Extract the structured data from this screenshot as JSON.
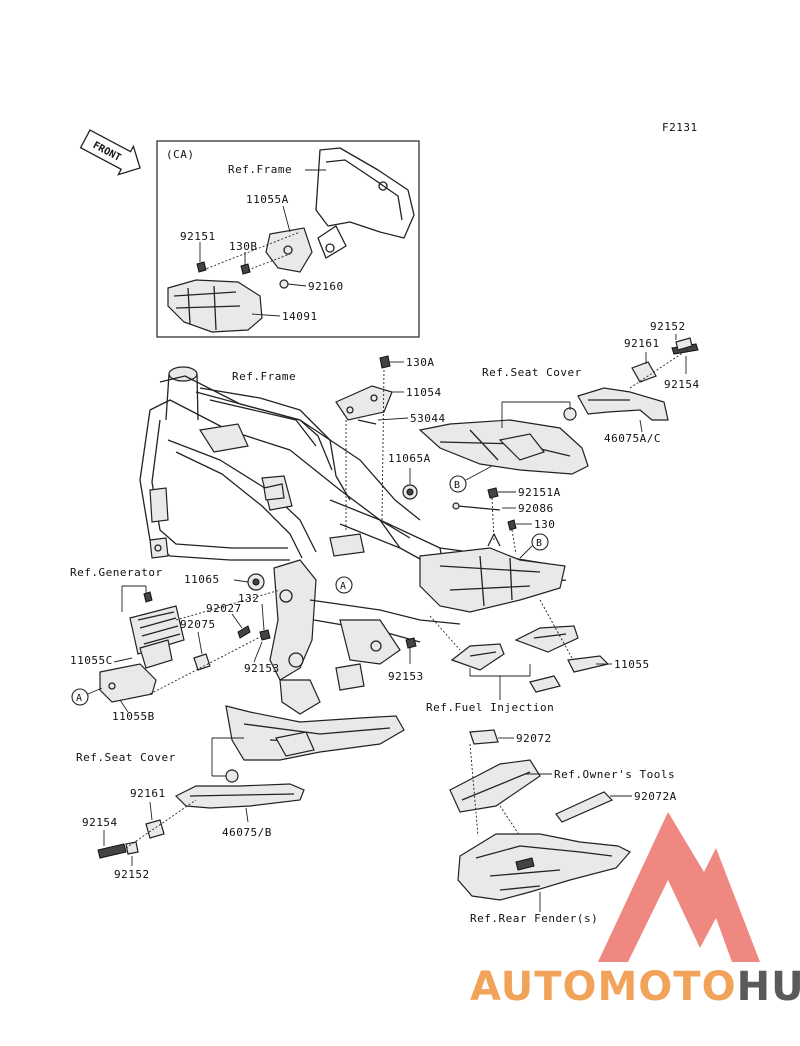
{
  "figure_code": "F2131",
  "front_arrow": "FRONT",
  "inset": {
    "tag": "(CA)"
  },
  "labels": {
    "inset_ref_frame": "Ref.Frame",
    "inset_11055A": "11055A",
    "inset_92151": "92151",
    "inset_130B": "130B",
    "inset_92160": "92160",
    "inset_14091": "14091",
    "ref_frame": "Ref.Frame",
    "p130A": "130A",
    "p11054": "11054",
    "p53044": "53044",
    "p11065A": "11065A",
    "ref_seat_cover_top": "Ref.Seat Cover",
    "p92152_top": "92152",
    "p92161_top": "92161",
    "p92154_top": "92154",
    "p46075AC": "46075A/C",
    "p92151A": "92151A",
    "p92086": "92086",
    "p130": "130",
    "ref_generator": "Ref.Generator",
    "p11065": "11065",
    "p132": "132",
    "p92027": "92027",
    "p92075": "92075",
    "p11055C": "11055C",
    "p92153_left": "92153",
    "p92153_mid": "92153",
    "p11055B": "11055B",
    "p11055": "11055",
    "ref_fuel_injection": "Ref.Fuel Injection",
    "ref_seat_cover_bottom": "Ref.Seat Cover",
    "p92161_bottom": "92161",
    "p46075B": "46075/B",
    "p92154_bottom": "92154",
    "p92152_bottom": "92152",
    "p92072": "92072",
    "ref_owners_tools": "Ref.Owner's Tools",
    "p92072A": "92072A",
    "ref_rear_fender": "Ref.Rear Fender(s)"
  },
  "markers": {
    "A": "A",
    "B": "B"
  },
  "watermark": {
    "part1": "AUTOMOTO",
    "part2": "HUB",
    "color1": "#f2a35a",
    "color2": "#5a5a5a",
    "triangle_color": "#e85a4f"
  },
  "colors": {
    "ink": "#222222",
    "paper": "#ffffff"
  }
}
